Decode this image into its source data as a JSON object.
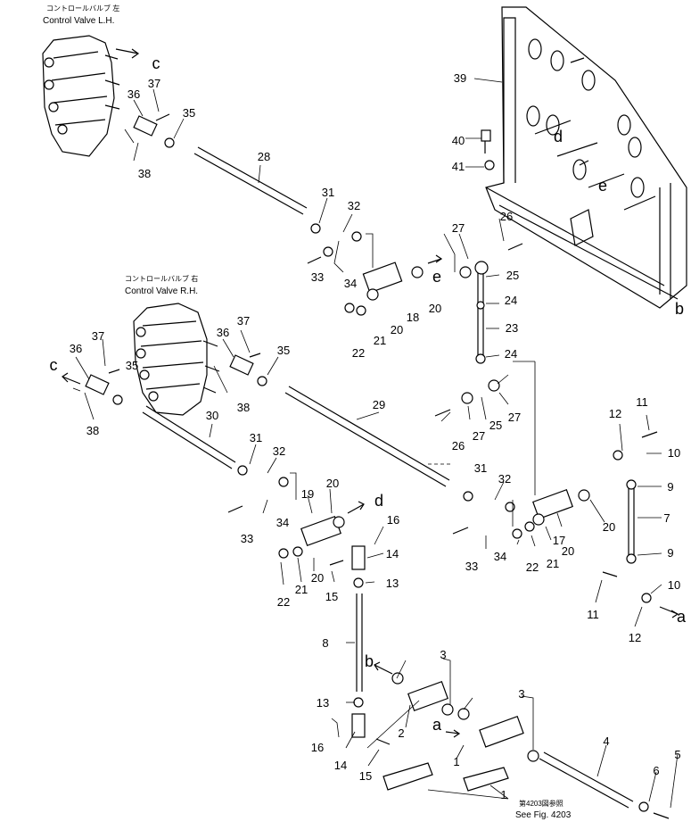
{
  "captions": {
    "lh_jp": "コントロールバルブ 左",
    "lh_en": "Control Valve L.H.",
    "rh_jp": "コントロールバルブ 右",
    "rh_en": "Control Valve R.H.",
    "see_jp": "第4203図参照",
    "see_en": "See Fig. 4203"
  },
  "callouts": [
    {
      "id": "c1",
      "label": "1"
    },
    {
      "id": "c2",
      "label": "2"
    },
    {
      "id": "c3a",
      "label": "3"
    },
    {
      "id": "c3b",
      "label": "3"
    },
    {
      "id": "c4",
      "label": "4"
    },
    {
      "id": "c5",
      "label": "5"
    },
    {
      "id": "c6",
      "label": "6"
    },
    {
      "id": "c7",
      "label": "7"
    },
    {
      "id": "c8",
      "label": "8"
    },
    {
      "id": "c9a",
      "label": "9"
    },
    {
      "id": "c9b",
      "label": "9"
    },
    {
      "id": "c10a",
      "label": "10"
    },
    {
      "id": "c10b",
      "label": "10"
    },
    {
      "id": "c11a",
      "label": "11"
    },
    {
      "id": "c11b",
      "label": "11"
    },
    {
      "id": "c12a",
      "label": "12"
    },
    {
      "id": "c12b",
      "label": "12"
    },
    {
      "id": "c13a",
      "label": "13"
    },
    {
      "id": "c13b",
      "label": "13"
    },
    {
      "id": "c14a",
      "label": "14"
    },
    {
      "id": "c14b",
      "label": "14"
    },
    {
      "id": "c15a",
      "label": "15"
    },
    {
      "id": "c15b",
      "label": "15"
    },
    {
      "id": "c16a",
      "label": "16"
    },
    {
      "id": "c16b",
      "label": "16"
    },
    {
      "id": "c17",
      "label": "17"
    },
    {
      "id": "c18",
      "label": "18"
    },
    {
      "id": "c19",
      "label": "19"
    },
    {
      "id": "c20a",
      "label": "20"
    },
    {
      "id": "c20b",
      "label": "20"
    },
    {
      "id": "c20c",
      "label": "20"
    },
    {
      "id": "c20d",
      "label": "20"
    },
    {
      "id": "c20e",
      "label": "20"
    },
    {
      "id": "c20f",
      "label": "20"
    },
    {
      "id": "c21a",
      "label": "21"
    },
    {
      "id": "c21b",
      "label": "21"
    },
    {
      "id": "c21c",
      "label": "21"
    },
    {
      "id": "c22a",
      "label": "22"
    },
    {
      "id": "c22b",
      "label": "22"
    },
    {
      "id": "c22c",
      "label": "22"
    },
    {
      "id": "c23",
      "label": "23"
    },
    {
      "id": "c24a",
      "label": "24"
    },
    {
      "id": "c24b",
      "label": "24"
    },
    {
      "id": "c25a",
      "label": "25"
    },
    {
      "id": "c25b",
      "label": "25"
    },
    {
      "id": "c26a",
      "label": "26"
    },
    {
      "id": "c26b",
      "label": "26"
    },
    {
      "id": "c27a",
      "label": "27"
    },
    {
      "id": "c27b",
      "label": "27"
    },
    {
      "id": "c27c",
      "label": "27"
    },
    {
      "id": "c28",
      "label": "28"
    },
    {
      "id": "c29",
      "label": "29"
    },
    {
      "id": "c30",
      "label": "30"
    },
    {
      "id": "c31a",
      "label": "31"
    },
    {
      "id": "c31b",
      "label": "31"
    },
    {
      "id": "c31c",
      "label": "31"
    },
    {
      "id": "c32a",
      "label": "32"
    },
    {
      "id": "c32b",
      "label": "32"
    },
    {
      "id": "c32c",
      "label": "32"
    },
    {
      "id": "c33a",
      "label": "33"
    },
    {
      "id": "c33b",
      "label": "33"
    },
    {
      "id": "c33c",
      "label": "33"
    },
    {
      "id": "c34a",
      "label": "34"
    },
    {
      "id": "c34b",
      "label": "34"
    },
    {
      "id": "c34c",
      "label": "34"
    },
    {
      "id": "c35a",
      "label": "35"
    },
    {
      "id": "c35b",
      "label": "35"
    },
    {
      "id": "c35c",
      "label": "35"
    },
    {
      "id": "c36a",
      "label": "36"
    },
    {
      "id": "c36b",
      "label": "36"
    },
    {
      "id": "c36c",
      "label": "36"
    },
    {
      "id": "c37a",
      "label": "37"
    },
    {
      "id": "c37b",
      "label": "37"
    },
    {
      "id": "c37c",
      "label": "37"
    },
    {
      "id": "c38a",
      "label": "38"
    },
    {
      "id": "c38b",
      "label": "38"
    },
    {
      "id": "c38c",
      "label": "38"
    },
    {
      "id": "c39",
      "label": "39"
    },
    {
      "id": "c40",
      "label": "40"
    },
    {
      "id": "c41",
      "label": "41"
    }
  ],
  "ref_letters": [
    {
      "id": "la1",
      "label": "a"
    },
    {
      "id": "la2",
      "label": "a"
    },
    {
      "id": "lb1",
      "label": "b"
    },
    {
      "id": "lb2",
      "label": "b"
    },
    {
      "id": "lc1",
      "label": "c"
    },
    {
      "id": "lc2",
      "label": "c"
    },
    {
      "id": "ld1",
      "label": "d"
    },
    {
      "id": "ld2",
      "label": "d"
    },
    {
      "id": "le1",
      "label": "e"
    },
    {
      "id": "le2",
      "label": "e"
    }
  ]
}
